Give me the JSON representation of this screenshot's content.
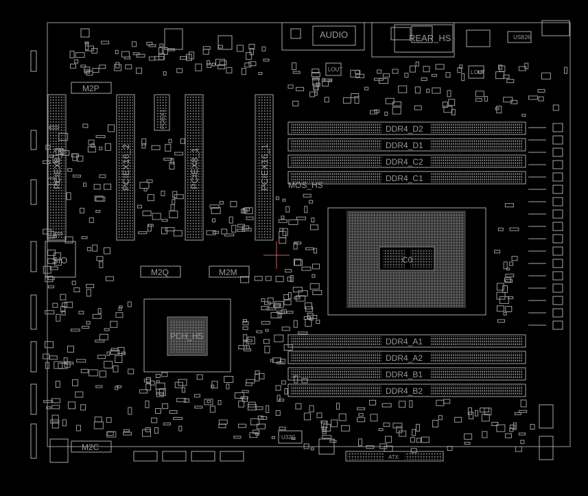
{
  "board": {
    "audio": "AUDIO",
    "rear_hs": "REAR_HS",
    "usb": "USB26",
    "m2p": "M2P",
    "m2q": "M2Q",
    "m2m": "M2M",
    "m2c": "M2C",
    "sio": "SIO",
    "pch": "PCH_HS",
    "cpu": "C0",
    "mos_hs": "MOS_HS",
    "atx": "ATX",
    "pciex8_2": "PCIEX8_2",
    "pciex16_2": "PCIEX16_2",
    "pciex1": "PCIEX1",
    "pciex8_1": "PCIEX8_1",
    "pciex16_1": "PCIEX16_1",
    "ddr4_d2": "DDR4_D2",
    "ddr4_d1": "DDR4_D1",
    "ddr4_c2": "DDR4_C2",
    "ddr4_c1": "DDR4_C1",
    "ddr4_a1": "DDR4_A1",
    "ddr4_a2": "DDR4_A2",
    "ddr4_b1": "DDR4_B1",
    "ddr4_b2": "DDR4_B2",
    "lout1": "LOUT",
    "lout2": "LOUT",
    "u32g": "U32G"
  }
}
